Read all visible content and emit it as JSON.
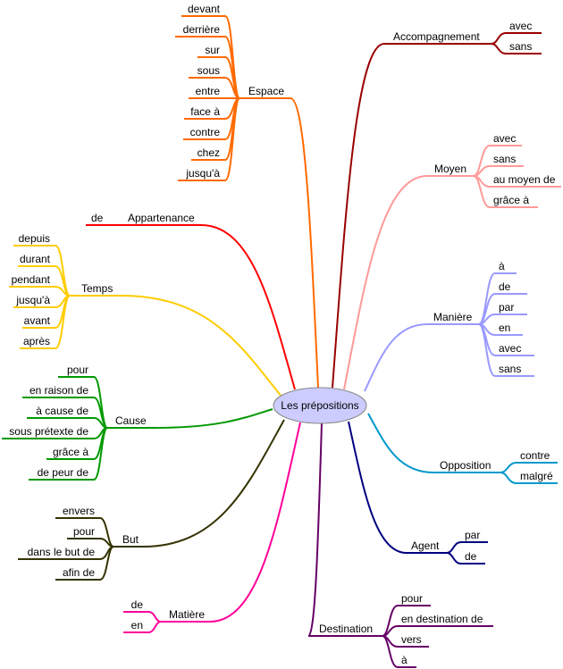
{
  "center": {
    "label": "Les prépositions",
    "fill": "#ccccff",
    "stroke": "#888888"
  },
  "branches": [
    {
      "id": "espace",
      "label": "Espace",
      "color": "#ff6a00",
      "children": [
        "devant",
        "derrière",
        "sur",
        "sous",
        "entre",
        "face à",
        "contre",
        "chez",
        "jusqu'à"
      ]
    },
    {
      "id": "appartenance",
      "label": "Appartenance",
      "color": "#ff0000",
      "children": [
        "de"
      ]
    },
    {
      "id": "temps",
      "label": "Temps",
      "color": "#ffcc00",
      "children": [
        "depuis",
        "durant",
        "pendant",
        "jusqu'à",
        "avant",
        "après"
      ]
    },
    {
      "id": "cause",
      "label": "Cause",
      "color": "#009900",
      "children": [
        "pour",
        "en raison de",
        "à cause de",
        "sous prétexte de",
        "grâce à",
        "de peur de"
      ]
    },
    {
      "id": "but",
      "label": "But",
      "color": "#333300",
      "children": [
        "envers",
        "pour",
        "dans le but de",
        "afin de"
      ]
    },
    {
      "id": "matiere",
      "label": "Matière",
      "color": "#ff0099",
      "children": [
        "de",
        "en"
      ]
    },
    {
      "id": "destination",
      "label": "Destination",
      "color": "#660066",
      "children": [
        "pour",
        "en destination de",
        "vers",
        "à"
      ]
    },
    {
      "id": "agent",
      "label": "Agent",
      "color": "#000080",
      "children": [
        "par",
        "de"
      ]
    },
    {
      "id": "opposition",
      "label": "Opposition",
      "color": "#0099cc",
      "children": [
        "contre",
        "malgré"
      ]
    },
    {
      "id": "maniere",
      "label": "Manière",
      "color": "#9999ff",
      "children": [
        "à",
        "de",
        "par",
        "en",
        "avec",
        "sans"
      ]
    },
    {
      "id": "moyen",
      "label": "Moyen",
      "color": "#ff9999",
      "children": [
        "avec",
        "sans",
        "au moyen de",
        "grâce à"
      ]
    },
    {
      "id": "accompagnement",
      "label": "Accompagnement",
      "color": "#990000",
      "children": [
        "avec",
        "sans"
      ]
    }
  ]
}
